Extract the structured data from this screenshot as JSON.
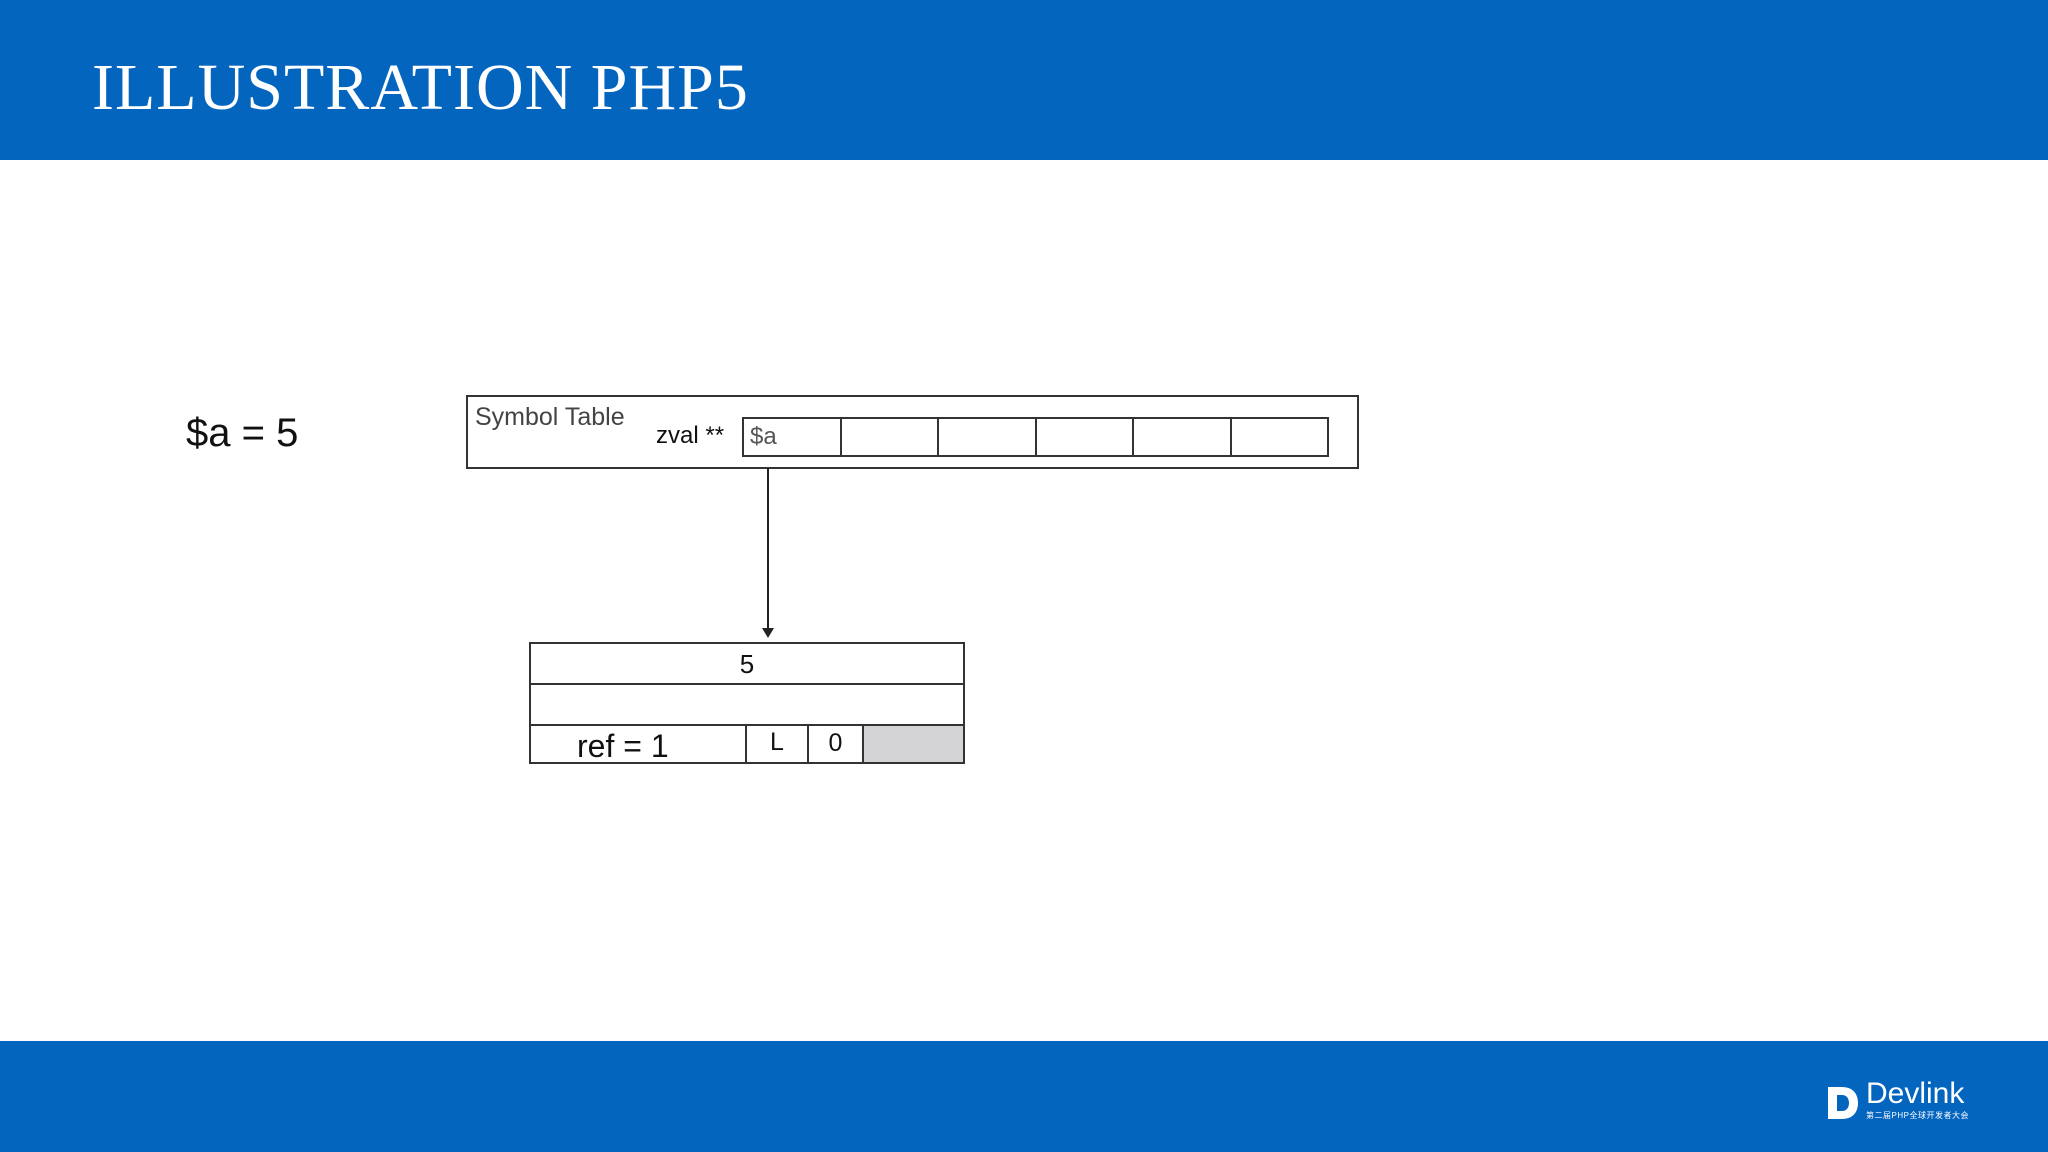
{
  "header": {
    "title": "ILLUSTRATION PHP5"
  },
  "code": {
    "statement": "$a = 5"
  },
  "symbol_table": {
    "title": "Symbol Table",
    "pointer_label": "zval **",
    "slots": [
      "$a",
      "",
      "",
      "",
      "",
      ""
    ]
  },
  "zval": {
    "value": "5",
    "type_row": "",
    "refcount": "ref = 1",
    "flag_is_ref": "L",
    "flag_value": "0"
  },
  "footer": {
    "logo_text": "Devlink",
    "logo_subtitle": "第二届PHP全球开发者大会"
  },
  "colors": {
    "brand_blue": "#0465bf",
    "filled_cell": "#d4d4d6"
  }
}
